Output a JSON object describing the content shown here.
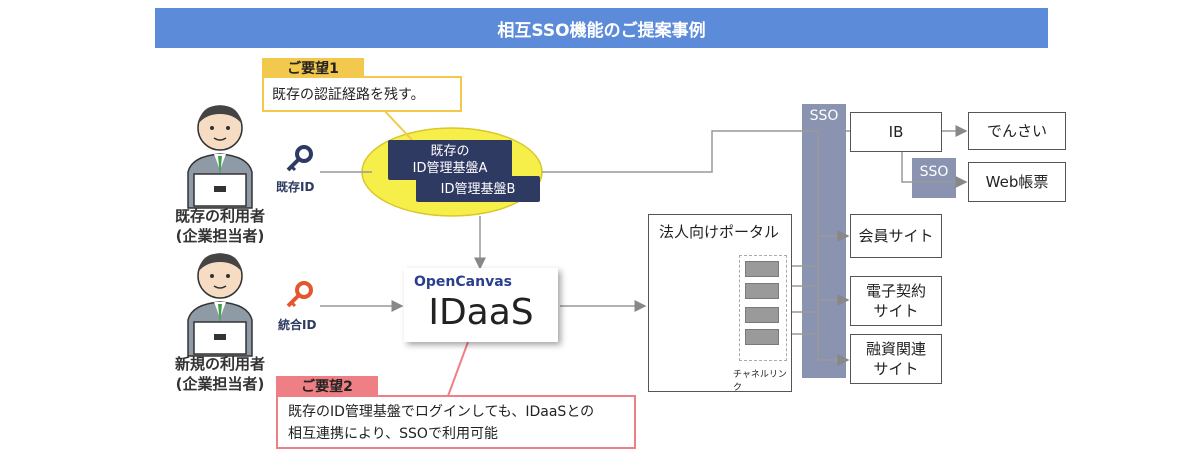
{
  "title": "相互SSO機能のご提案事例",
  "request1": {
    "tag": "ご要望1",
    "text": "既存の認証経路を残す。"
  },
  "request2": {
    "tag": "ご要望2",
    "line1": "既存のID管理基盤でログインしても、IDaaSとの",
    "line2": "相互連携により、SSOで利用可能"
  },
  "existing_user": {
    "line1": "既存の利用者",
    "line2": "(企業担当者)",
    "id_label": "既存ID"
  },
  "new_user": {
    "line1": "新規の利用者",
    "line2": "(企業担当者)",
    "id_label": "統合ID"
  },
  "idp_a": {
    "line1": "既存の",
    "line2": "ID管理基盤A"
  },
  "idp_b": "ID管理基盤B",
  "idaas": {
    "logo_text": "OpenCanvas",
    "name": "IDaaS"
  },
  "portal": {
    "title": "法人向けポータル",
    "channel_link": "チャネルリンク"
  },
  "sso_main": "SSO",
  "sso_sub": "SSO",
  "services": {
    "ib": "IB",
    "densai": "でんさい",
    "web_chohyo": "Web帳票",
    "member_site": "会員サイト",
    "contract_line1": "電子契約",
    "contract_line2": "サイト",
    "finance_line1": "融資関連",
    "finance_line2": "サイト"
  },
  "colors": {
    "title_bg": "#5b8bd9",
    "navy": "#2f3a63",
    "sso_bar": "#8a93b0",
    "ellipse": "#f6ef4a",
    "req1_border": "#f2c94c",
    "req2_border": "#ee7f84"
  }
}
